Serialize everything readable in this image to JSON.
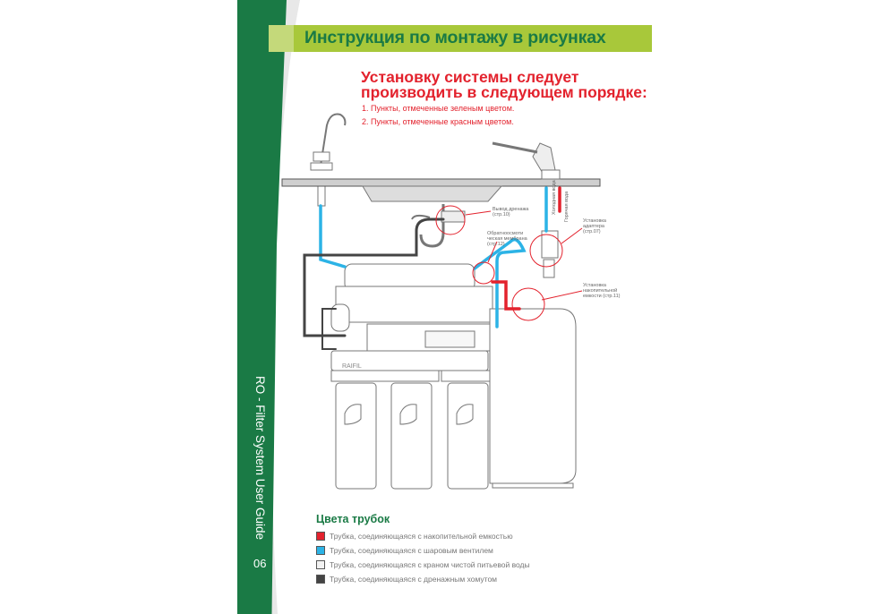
{
  "header": {
    "title": "Инструкция по монтажу в рисунках"
  },
  "intro": {
    "title": "Установку системы следует производить в следующем порядке:",
    "steps": [
      "1. Пункты, отмеченные зеленым цветом.",
      "2. Пункты, отмеченные красным цветом."
    ]
  },
  "diagram": {
    "labels": {
      "drain": "Вывод дренажа\n(стр.10)",
      "membrane": "Обратноосмоти\nческая мембрана\n(стр.12)",
      "cold": "Холодная вода",
      "hot": "Горячая вода",
      "adapter": "Установка\nадаптера\n(стр.07)",
      "tank": "Установка\nнакопительной\nемкости (стр.11)"
    },
    "brand": "RAIFIL"
  },
  "legend": {
    "title": "Цвета трубок",
    "items": [
      {
        "color": "#e3222d",
        "label": "Трубка, соединяющаяся с накопительной емкостью"
      },
      {
        "color": "#2cb3e6",
        "label": "Трубка, соединяющаяся с шаровым вентилем"
      },
      {
        "color": "#f2f2f2",
        "label": "Трубка, соединяющаяся с краном чистой питьевой воды"
      },
      {
        "color": "#444444",
        "label": "Трубка, соединяющаяся с дренажным хомутом"
      }
    ]
  },
  "sidebar": {
    "guide_title": "RO - Filter System User Guide",
    "page_number": "06"
  },
  "colors": {
    "green": "#1a7a45",
    "lime": "#a8c83a",
    "red": "#e3222d",
    "blue": "#2cb3e6"
  }
}
